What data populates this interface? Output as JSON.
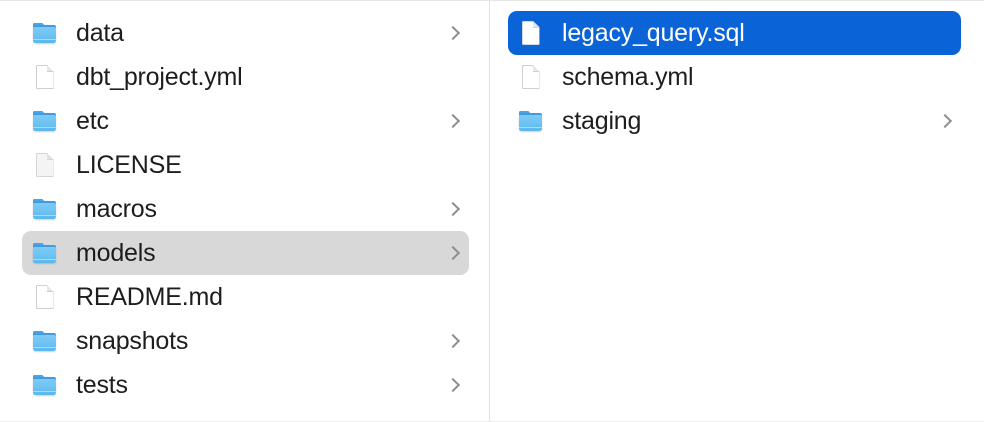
{
  "window": {
    "view": "column-view",
    "divider_color": "#e2e2e2",
    "background": "#ffffff",
    "selection_active_color": "#0a64d8",
    "selection_inactive_color": "#d8d8d8",
    "chevron_color": "#8e8e93",
    "folder_color": "#6cc1f2",
    "text_color": "#1d1d1f",
    "selected_text_color": "#ffffff"
  },
  "columns": [
    {
      "name": "parent-column",
      "items": [
        {
          "label": "data",
          "kind": "folder",
          "icon": "folder-icon",
          "chevron": true,
          "selected": false
        },
        {
          "label": "dbt_project.yml",
          "kind": "file",
          "icon": "document-icon",
          "chevron": false,
          "selected": false
        },
        {
          "label": "etc",
          "kind": "folder",
          "icon": "folder-icon",
          "chevron": true,
          "selected": false
        },
        {
          "label": "LICENSE",
          "kind": "file",
          "icon": "generic-document-icon",
          "chevron": false,
          "selected": false
        },
        {
          "label": "macros",
          "kind": "folder",
          "icon": "folder-icon",
          "chevron": true,
          "selected": false
        },
        {
          "label": "models",
          "kind": "folder",
          "icon": "folder-icon",
          "chevron": true,
          "selected": "inactive"
        },
        {
          "label": "README.md",
          "kind": "file",
          "icon": "document-icon",
          "chevron": false,
          "selected": false
        },
        {
          "label": "snapshots",
          "kind": "folder",
          "icon": "folder-icon",
          "chevron": true,
          "selected": false
        },
        {
          "label": "tests",
          "kind": "folder",
          "icon": "folder-icon",
          "chevron": true,
          "selected": false
        }
      ]
    },
    {
      "name": "child-column",
      "items": [
        {
          "label": "legacy_query.sql",
          "kind": "file",
          "icon": "document-icon",
          "chevron": false,
          "selected": "active"
        },
        {
          "label": "schema.yml",
          "kind": "file",
          "icon": "document-icon",
          "chevron": false,
          "selected": false
        },
        {
          "label": "staging",
          "kind": "folder",
          "icon": "folder-icon",
          "chevron": true,
          "selected": false
        }
      ]
    }
  ]
}
